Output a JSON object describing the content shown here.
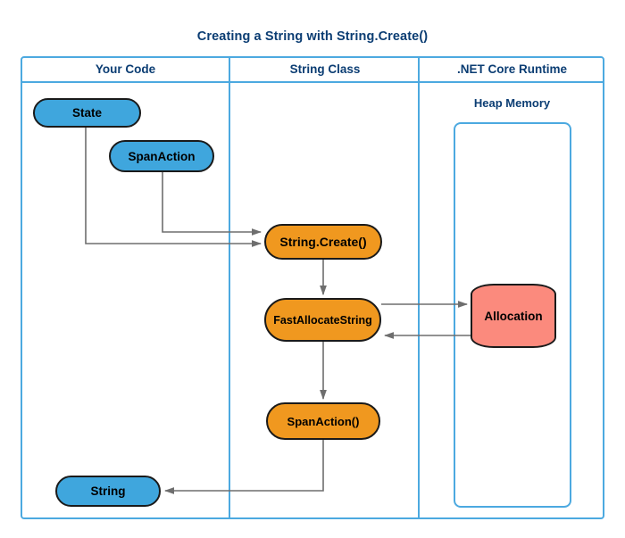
{
  "title": "Creating a String with String.Create()",
  "lanes": [
    {
      "id": "your-code",
      "label": "Your Code"
    },
    {
      "id": "string-class",
      "label": "String Class"
    },
    {
      "id": "dotnet-core-runtime",
      "label": ".NET Core Runtime"
    }
  ],
  "heap": {
    "label": "Heap Memory"
  },
  "nodes": [
    {
      "id": "state",
      "label": "State",
      "shape": "pill",
      "color": "#3fa6dd",
      "lane": "your-code"
    },
    {
      "id": "spanaction",
      "label": "SpanAction",
      "shape": "pill",
      "color": "#3fa6dd",
      "lane": "your-code"
    },
    {
      "id": "string-create",
      "label": "String.Create()",
      "shape": "pill",
      "color": "#f0981f",
      "lane": "string-class"
    },
    {
      "id": "fastallocate",
      "label": "FastAllocateString",
      "shape": "pill",
      "color": "#f0981f",
      "lane": "string-class"
    },
    {
      "id": "spanaction-call",
      "label": "SpanAction()",
      "shape": "pill",
      "color": "#f0981f",
      "lane": "string-class"
    },
    {
      "id": "string",
      "label": "String",
      "shape": "pill",
      "color": "#3fa6dd",
      "lane": "your-code"
    },
    {
      "id": "allocation",
      "label": "Allocation",
      "shape": "barrel",
      "color": "#fb8a7d",
      "lane": "dotnet-core-runtime"
    }
  ],
  "edges": [
    {
      "from": "state",
      "to": "string-create",
      "label": ""
    },
    {
      "from": "spanaction",
      "to": "string-create",
      "label": ""
    },
    {
      "from": "string-create",
      "to": "fastallocate",
      "label": ""
    },
    {
      "from": "fastallocate",
      "to": "allocation",
      "label": ""
    },
    {
      "from": "allocation",
      "to": "fastallocate",
      "label": ""
    },
    {
      "from": "fastallocate",
      "to": "spanaction-call",
      "label": ""
    },
    {
      "from": "spanaction-call",
      "to": "string",
      "label": ""
    }
  ],
  "colors": {
    "frame_border": "#4ca9e0",
    "header_text": "#0b3d73",
    "node_border": "#1a1a1a",
    "edge": "#6e6e6e",
    "blue_fill": "#3fa6dd",
    "orange_fill": "#f0981f",
    "salmon_fill": "#fb8a7d",
    "background": "#ffffff"
  }
}
